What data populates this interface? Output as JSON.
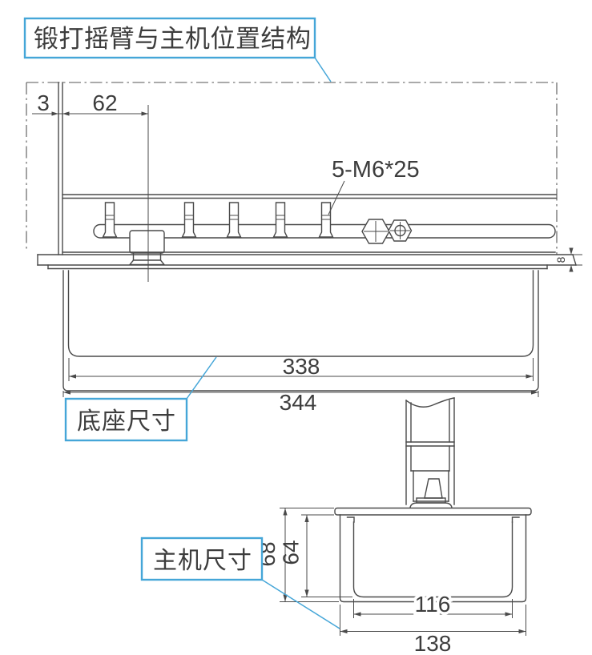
{
  "drawing": {
    "title": "锻打摇臂与主机位置结构",
    "callouts": {
      "base": "底座尺寸",
      "host": "主机尺寸",
      "bolt_spec": "5-M6*25"
    },
    "dimensions": {
      "arm_edge_gap": "3",
      "arm_offset": "62",
      "plate_thickness": "8",
      "base_inner_width": "338",
      "base_outer_width": "344",
      "host_outer_height": "68",
      "host_inner_height": "64",
      "host_inner_width": "116",
      "host_outer_width": "138"
    },
    "colors": {
      "accent": "#45a6d8",
      "line": "#4a4a4a",
      "background": "#ffffff"
    }
  }
}
